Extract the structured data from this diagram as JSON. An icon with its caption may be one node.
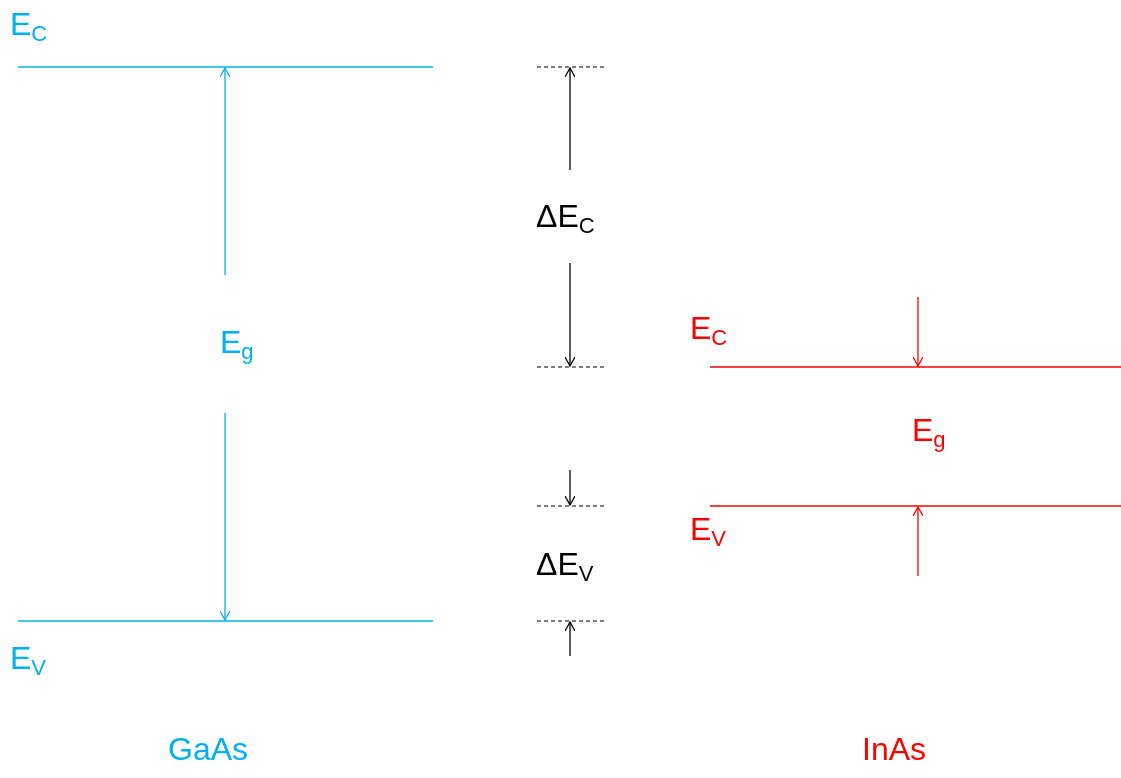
{
  "diagram": {
    "labels": [
      "E$_{C}$",
      "ΔE$_{C}$",
      "E$_{g}$",
      "E$_{C}$",
      "E$_{g}$",
      "E$_{V}$",
      "ΔE$_{V}$",
      "E$_{V}$",
      "GaAs",
      "InAs"
    ]
  }
}
